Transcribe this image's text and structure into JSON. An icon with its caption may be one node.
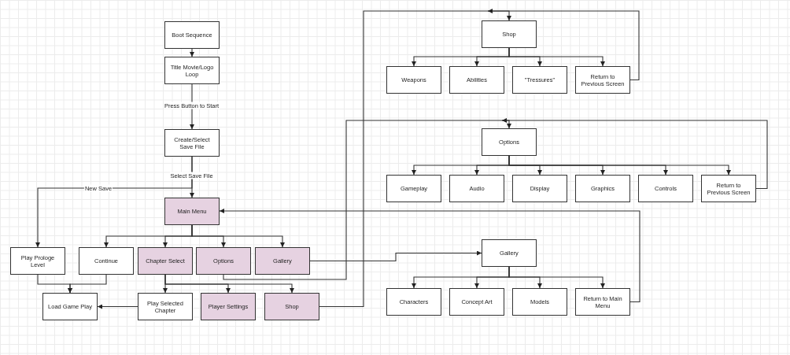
{
  "diagram": {
    "nodes": [
      {
        "text": [
          "Boot Sequence"
        ]
      },
      {
        "text": [
          "Title Movie/Logo Loop"
        ]
      },
      {
        "text": [
          "Create/Select Save File"
        ]
      },
      {
        "text": [
          "Main Menu"
        ]
      },
      {
        "text": [
          "Play Prologe Level"
        ]
      },
      {
        "text": [
          "Continue"
        ]
      },
      {
        "text": [
          "Chapter Select"
        ]
      },
      {
        "text": [
          "Options"
        ]
      },
      {
        "text": [
          "Gallery"
        ]
      },
      {
        "text": [
          "Load Game Play"
        ]
      },
      {
        "text": [
          "Play Selected Chapter"
        ]
      },
      {
        "text": [
          "Player Settings"
        ]
      },
      {
        "text": [
          "Shop"
        ]
      },
      {
        "text": [
          "Shop"
        ]
      },
      {
        "text": [
          "Weapons"
        ]
      },
      {
        "text": [
          "Abilities"
        ]
      },
      {
        "text": [
          "\"Tressures\""
        ]
      },
      {
        "text": [
          "Return to Previous Screen"
        ]
      },
      {
        "text": [
          "Options"
        ]
      },
      {
        "text": [
          "Gameplay"
        ]
      },
      {
        "text": [
          "Audio"
        ]
      },
      {
        "text": [
          "Display"
        ]
      },
      {
        "text": [
          "Graphics"
        ]
      },
      {
        "text": [
          "Controls"
        ]
      },
      {
        "text": [
          "Return to Previous Screen"
        ]
      },
      {
        "text": [
          "Gallery"
        ]
      },
      {
        "text": [
          "Characters"
        ]
      },
      {
        "text": [
          "Concept Art"
        ]
      },
      {
        "text": [
          "Models"
        ]
      },
      {
        "text": [
          "Return to Main Menu"
        ]
      }
    ],
    "edges": [
      {
        "from": 0,
        "to": 1,
        "arrow": "to"
      },
      {
        "from": 1,
        "to": 2,
        "arrow": "to",
        "label": "Press Button to Start"
      },
      {
        "from": 2,
        "to": 3,
        "arrow": "to",
        "label": "Select Save File"
      },
      {
        "from": 2,
        "to": 4,
        "arrow": "to",
        "label": "New Save"
      },
      {
        "from": 3,
        "to": 5,
        "arrow": "to"
      },
      {
        "from": 3,
        "to": 6,
        "arrow": "to"
      },
      {
        "from": 3,
        "to": 7,
        "arrow": "to"
      },
      {
        "from": 3,
        "to": 8,
        "arrow": "to"
      },
      {
        "from": 4,
        "to": 9,
        "arrow": "to"
      },
      {
        "from": 5,
        "to": 9,
        "arrow": "to"
      },
      {
        "from": 6,
        "to": 10,
        "arrow": "to"
      },
      {
        "from": 6,
        "to": 11,
        "arrow": "to"
      },
      {
        "from": 6,
        "to": 12,
        "arrow": "to"
      },
      {
        "from": 10,
        "to": 9,
        "arrow": "to"
      },
      {
        "from": 7,
        "to": 18,
        "arrow": "to"
      },
      {
        "from": 8,
        "to": 25,
        "arrow": "to"
      },
      {
        "from": 12,
        "to": 13,
        "arrow": "to"
      },
      {
        "from": 13,
        "to": 14,
        "arrow": "to"
      },
      {
        "from": 13,
        "to": 15,
        "arrow": "to"
      },
      {
        "from": 13,
        "to": 16,
        "arrow": "to"
      },
      {
        "from": 13,
        "to": 17,
        "arrow": "to"
      },
      {
        "from": 17,
        "to": 13,
        "arrow": "to"
      },
      {
        "from": 18,
        "to": 19,
        "arrow": "to"
      },
      {
        "from": 18,
        "to": 20,
        "arrow": "to"
      },
      {
        "from": 18,
        "to": 21,
        "arrow": "to"
      },
      {
        "from": 18,
        "to": 22,
        "arrow": "to"
      },
      {
        "from": 18,
        "to": 23,
        "arrow": "to"
      },
      {
        "from": 18,
        "to": 24,
        "arrow": "to"
      },
      {
        "from": 24,
        "to": 18,
        "arrow": "to"
      },
      {
        "from": 25,
        "to": 26,
        "arrow": "to"
      },
      {
        "from": 25,
        "to": 27,
        "arrow": "to"
      },
      {
        "from": 25,
        "to": 28,
        "arrow": "to"
      },
      {
        "from": 25,
        "to": 29,
        "arrow": "to"
      },
      {
        "from": 29,
        "to": 3,
        "arrow": "to"
      }
    ]
  }
}
